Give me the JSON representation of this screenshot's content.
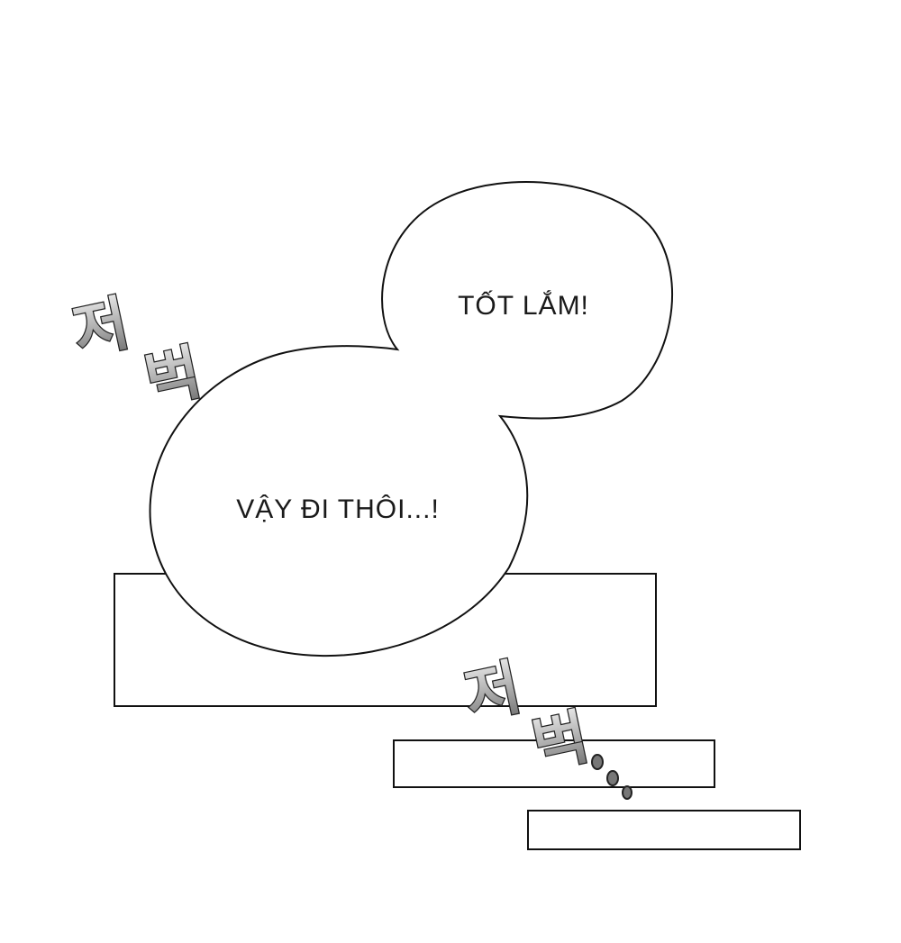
{
  "speech_bubbles": {
    "upper": {
      "text": "TỐT LẮM!"
    },
    "lower": {
      "text": "VẬY ĐI THÔI...!"
    }
  },
  "sound_effects": {
    "first": {
      "syllable_1": "저",
      "syllable_2": "벅"
    },
    "second": {
      "syllable_1": "저",
      "syllable_2": "벅"
    }
  },
  "colors": {
    "background": "#ffffff",
    "outline": "#111111",
    "sfx_light": "#e8e8e8",
    "sfx_dark": "#6e6e6e"
  }
}
